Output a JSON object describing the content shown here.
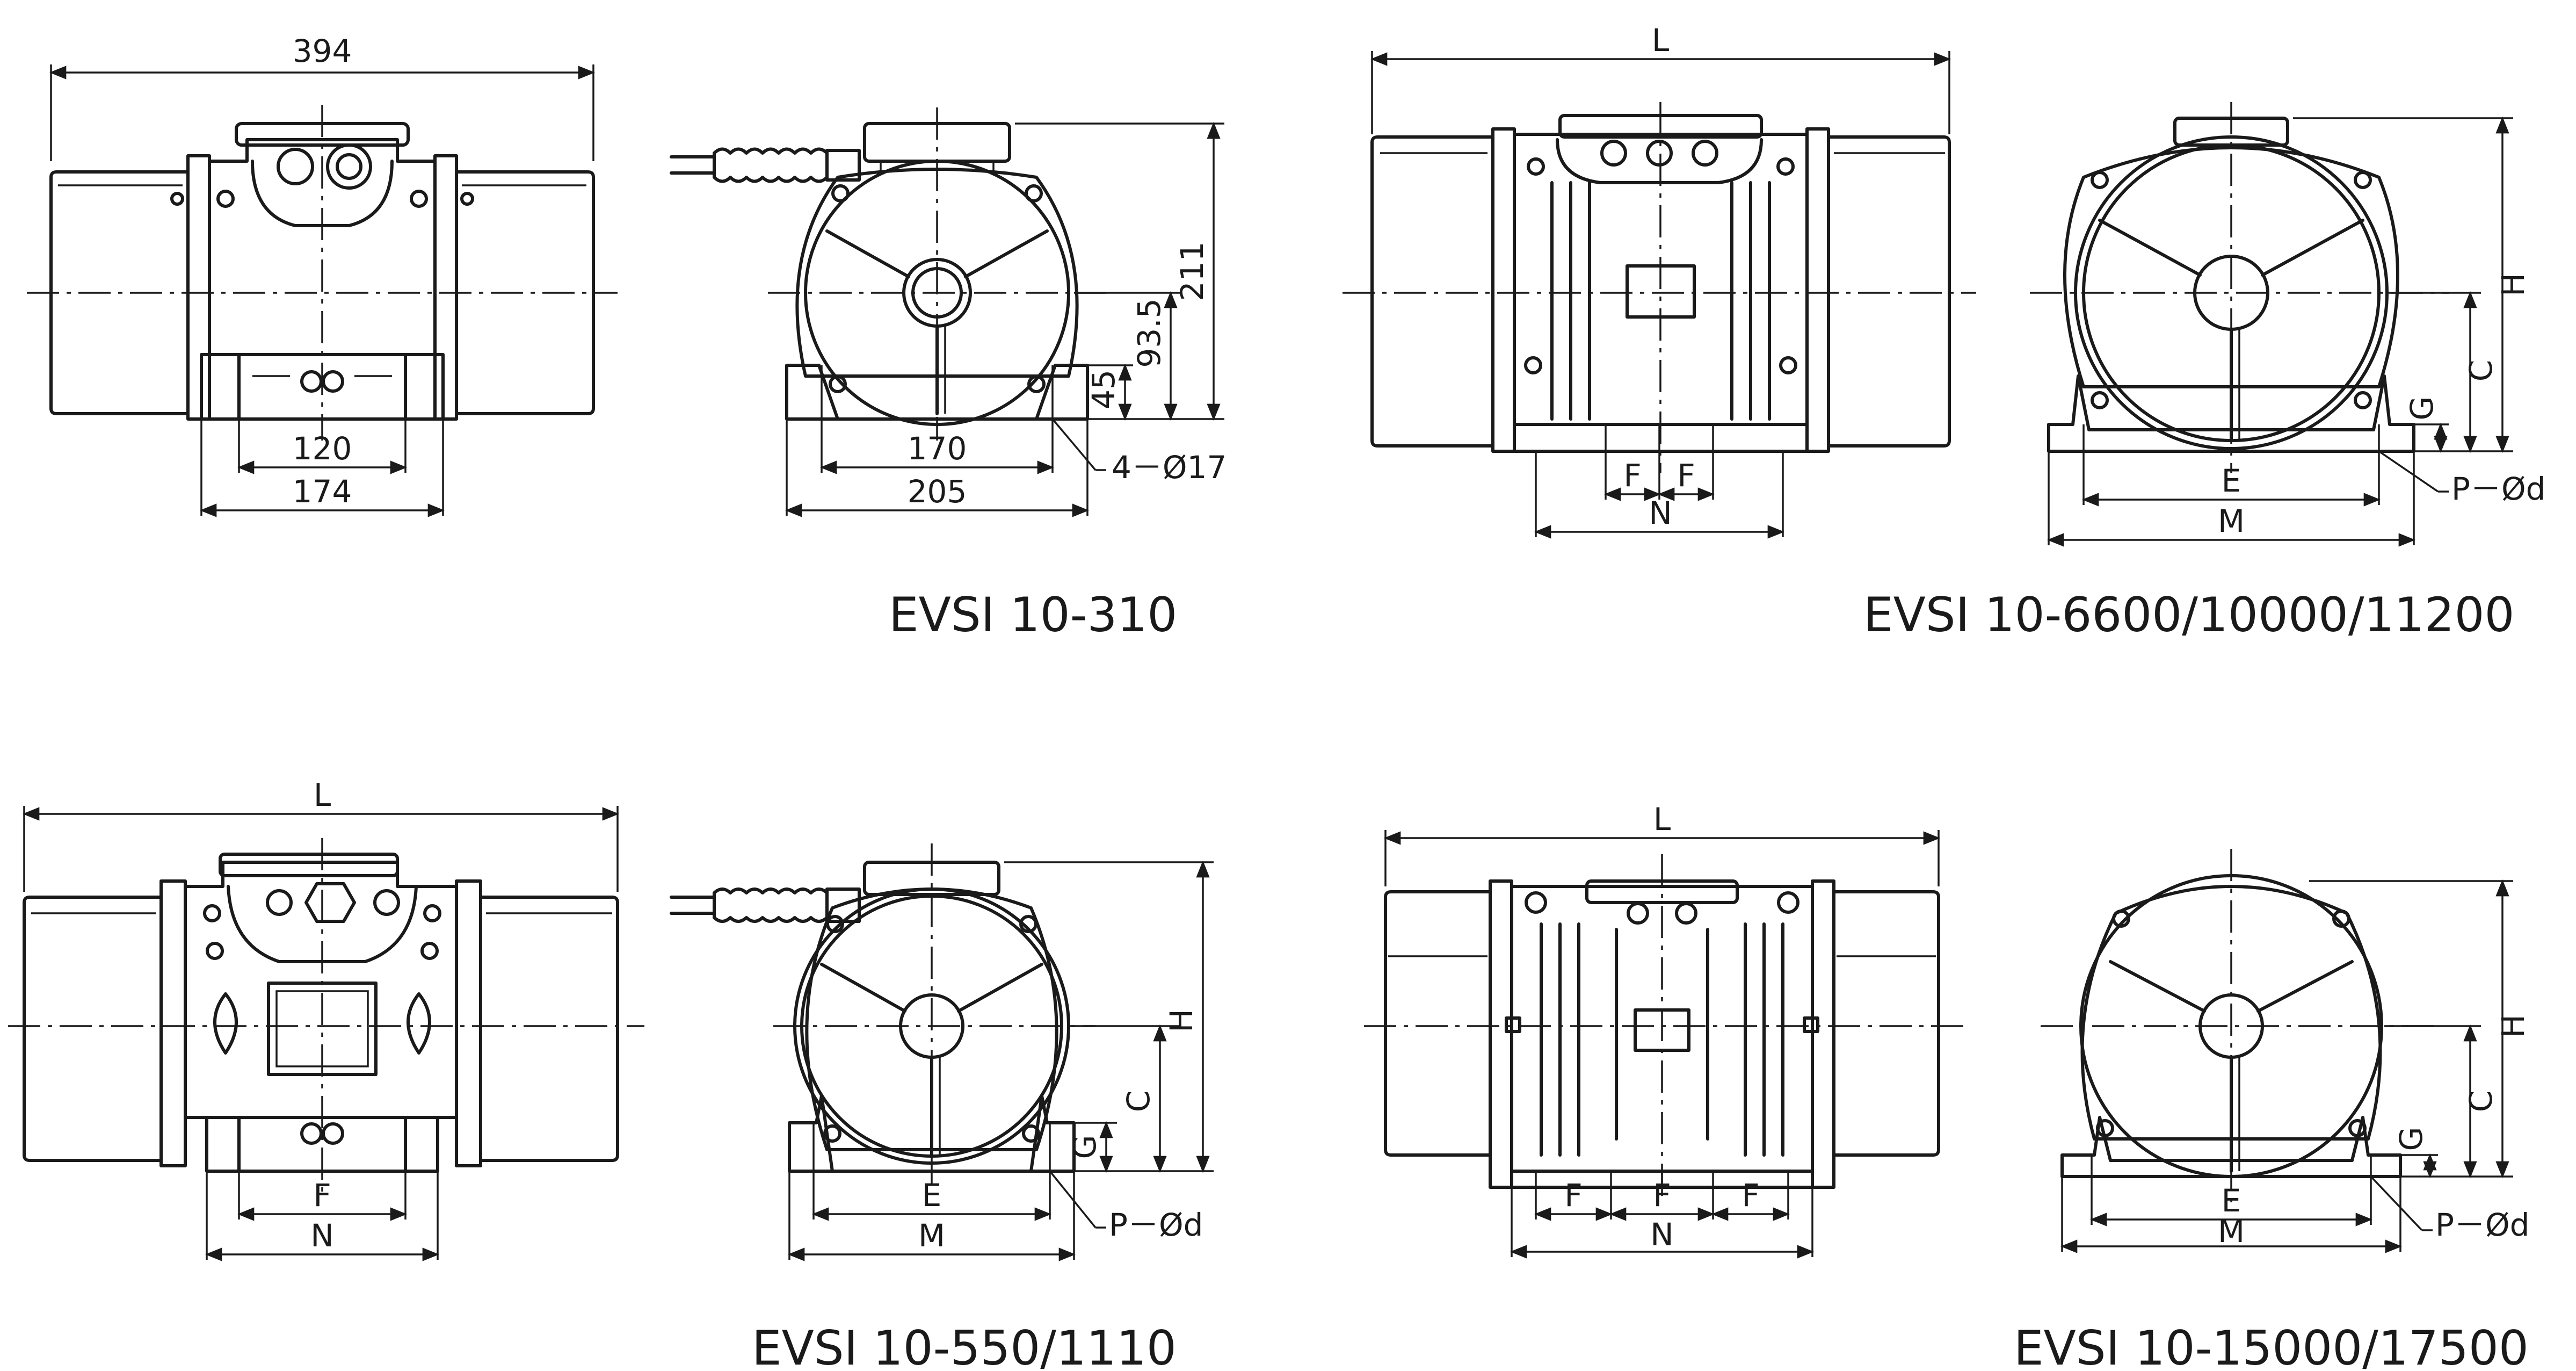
{
  "colors": {
    "line": "#1a1a1a",
    "background": "#ffffff"
  },
  "views": {
    "a": {
      "title": "EVSI 10-310",
      "dims": {
        "overall_length": "394",
        "inner_width": "120",
        "foot_width": "174",
        "hole_spacing": "170",
        "base_length": "205",
        "height": "211",
        "axis_height": "93.5",
        "foot_height": "45",
        "holes": "4－Ø17"
      }
    },
    "b": {
      "title": "EVSI 10-6600/10000/11200",
      "dims": {
        "length": "L",
        "f1": "F",
        "f2": "F",
        "n": "N",
        "e": "E",
        "m": "M",
        "h": "H",
        "c": "C",
        "g": "G",
        "holes": "P－Ød"
      }
    },
    "c": {
      "title": "EVSI 10-550/1110",
      "dims": {
        "length": "L",
        "f": "F",
        "n": "N",
        "e": "E",
        "m": "M",
        "h": "H",
        "c": "C",
        "g": "G",
        "holes": "P－Ød"
      }
    },
    "d": {
      "title": "EVSI 10-15000/17500",
      "dims": {
        "length": "L",
        "f1": "F",
        "f2": "F",
        "f3": "F",
        "n": "N",
        "e": "E",
        "m": "M",
        "h": "H",
        "c": "C",
        "g": "G",
        "holes": "P－Ød"
      }
    }
  }
}
